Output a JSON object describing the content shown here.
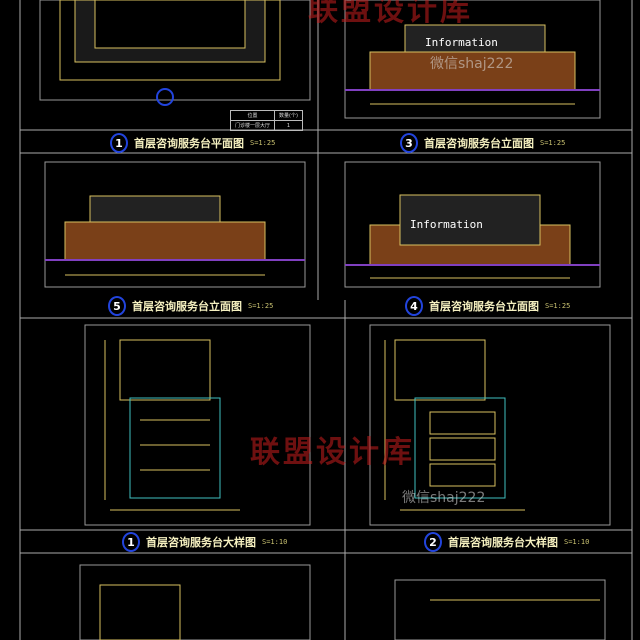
{
  "panels": [
    {
      "number": "1",
      "title": "首层咨询服务台平面图",
      "scale": "S=1:25"
    },
    {
      "number": "3",
      "title": "首层咨询服务台立面图",
      "scale": "S=1:25"
    },
    {
      "number": "5",
      "title": "首层咨询服务台立面图",
      "scale": "S=1:25"
    },
    {
      "number": "4",
      "title": "首层咨询服务台立面图",
      "scale": "S=1:25"
    },
    {
      "number": "1",
      "title": "首层咨询服务台大样图",
      "scale": "S=1:10"
    },
    {
      "number": "2",
      "title": "首层咨询服务台大样图",
      "scale": "S=1:10"
    }
  ],
  "info_label": "Information",
  "table": {
    "headers": [
      "位置",
      "数量(个)"
    ],
    "row": [
      "门诊楼一层大厅",
      "1"
    ]
  },
  "watermark": {
    "brand": "联盟设计库",
    "wechat": "微信shaj222"
  },
  "colors": {
    "line": "#d8c060",
    "wood": "#8a4a20",
    "frame": "#bbbbbb",
    "accent": "#2244dd"
  }
}
